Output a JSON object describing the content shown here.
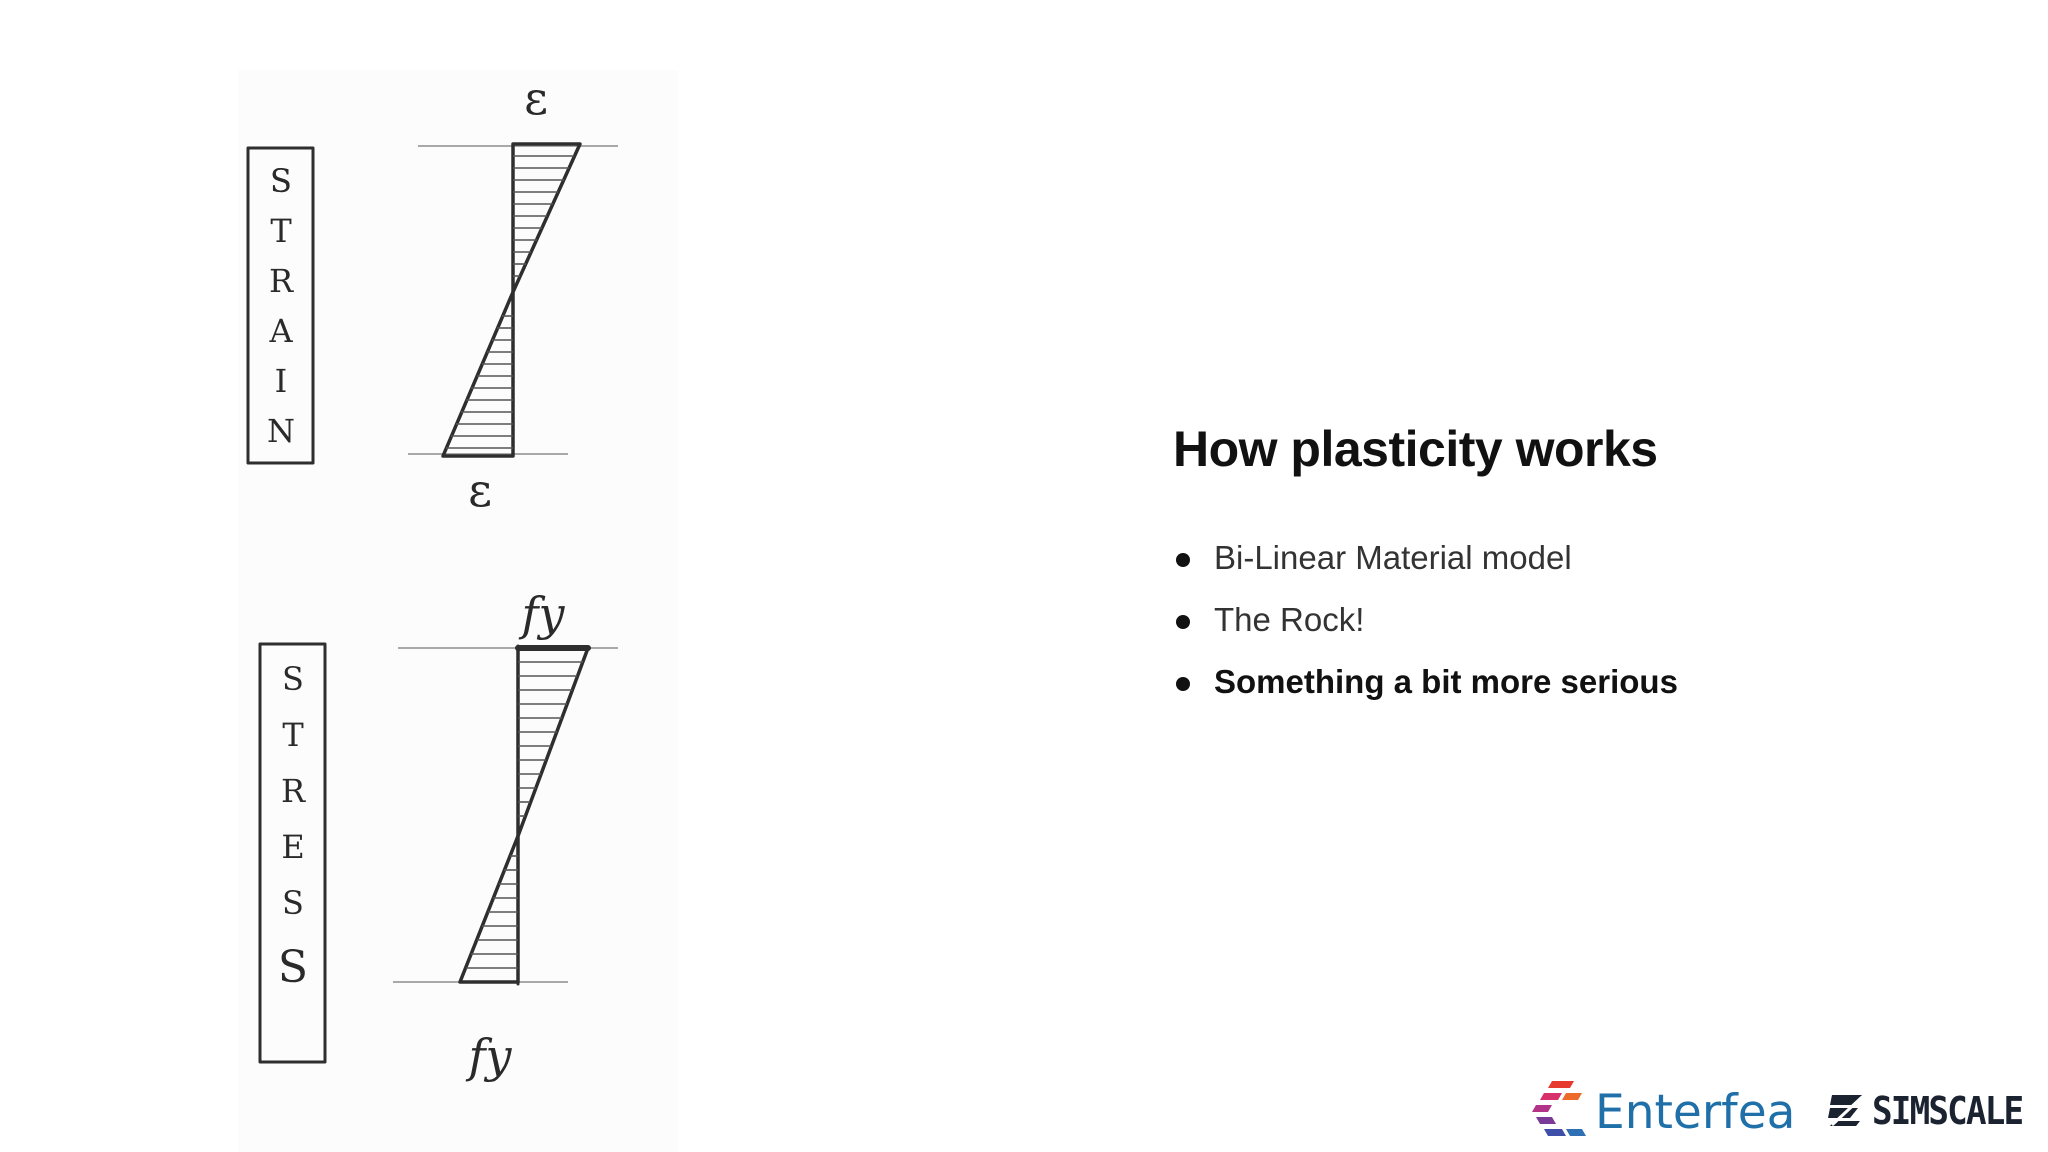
{
  "slide": {
    "title": "How plasticity works",
    "bullets": [
      {
        "text": "Bi-Linear Material model",
        "bold": false
      },
      {
        "text": "The Rock!",
        "bold": false
      },
      {
        "text": "Something a bit more serious",
        "bold": true
      }
    ]
  },
  "sketch": {
    "strain_box_label": "STRAIN",
    "stress_box_label": "STRESS",
    "strain_top_symbol": "ε",
    "strain_bottom_symbol": "ε",
    "stress_top_symbol": "fy",
    "stress_bottom_symbol": "fy"
  },
  "logos": {
    "enterfea": "Enterfea",
    "simscale": "SIMSCALE",
    "enterfea_color": "#1f6fa8",
    "simscale_color": "#1b2230"
  }
}
